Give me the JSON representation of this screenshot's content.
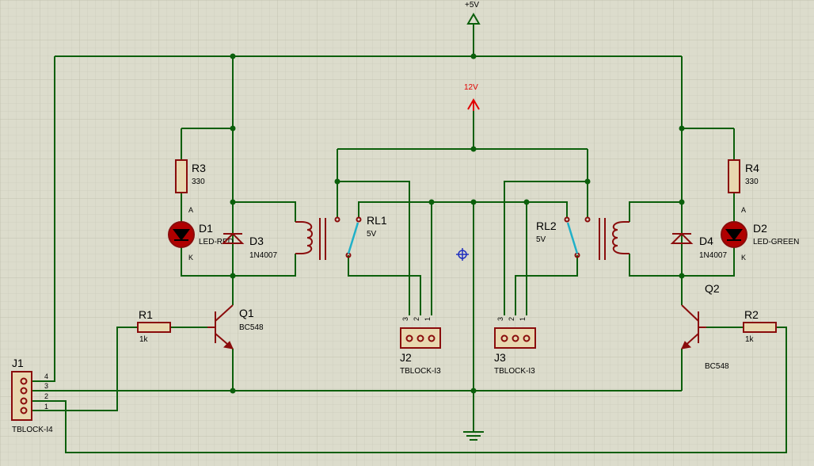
{
  "colors": {
    "background": "#dcdccc",
    "grid_minor": "#cfcfbf",
    "grid_major": "#c2c2b0",
    "wire": "#0b5f0b",
    "component": "#8a0c0c",
    "component_fill": "#e8d8b0",
    "led_red": "#b00000",
    "led_green": "#b00000",
    "power_12v": "#e00000",
    "relay_contact": "#20b0c8",
    "origin_marker": "#2030c0"
  },
  "power": {
    "vcc5": "+5V",
    "vcc12": "12V"
  },
  "components": {
    "r1": {
      "ref": "R1",
      "value": "1k"
    },
    "r2": {
      "ref": "R2",
      "value": "1k"
    },
    "r3": {
      "ref": "R3",
      "value": "330"
    },
    "r4": {
      "ref": "R4",
      "value": "330"
    },
    "d1": {
      "ref": "D1",
      "value": "LED-RED",
      "pin_a": "A",
      "pin_k": "K"
    },
    "d2": {
      "ref": "D2",
      "value": "LED-GREEN",
      "pin_a": "A",
      "pin_k": "K"
    },
    "d3": {
      "ref": "D3",
      "value": "1N4007"
    },
    "d4": {
      "ref": "D4",
      "value": "1N4007"
    },
    "q1": {
      "ref": "Q1",
      "value": "BC548"
    },
    "q2": {
      "ref": "Q2",
      "value": "BC548"
    },
    "rl1": {
      "ref": "RL1",
      "value": "5V"
    },
    "rl2": {
      "ref": "RL2",
      "value": "5V"
    },
    "j1": {
      "ref": "J1",
      "value": "TBLOCK-I4",
      "pins": [
        "4",
        "3",
        "2",
        "1"
      ]
    },
    "j2": {
      "ref": "J2",
      "value": "TBLOCK-I3",
      "pins": [
        "3",
        "2",
        "1"
      ]
    },
    "j3": {
      "ref": "J3",
      "value": "TBLOCK-I3",
      "pins": [
        "3",
        "2",
        "1"
      ]
    }
  }
}
